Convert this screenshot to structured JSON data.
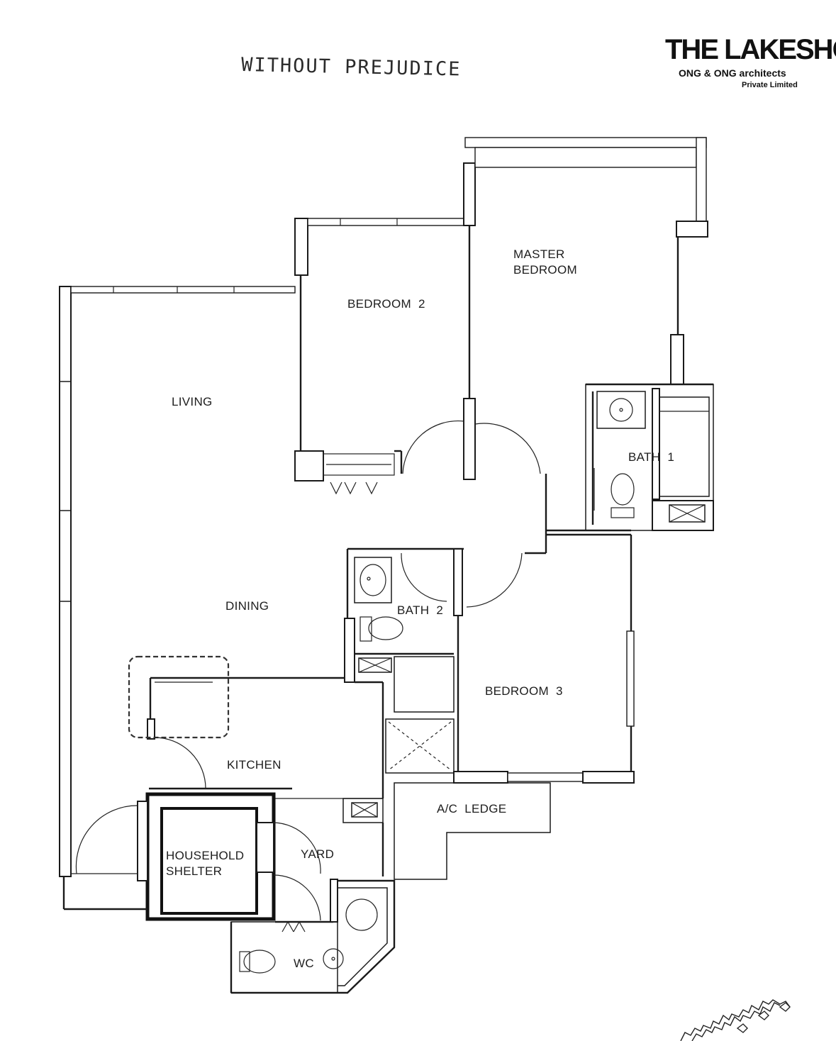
{
  "stamp": "WITHOUT PREJUDICE",
  "branding": {
    "project_name": "THE LAKESHORE",
    "architect_line1": "ONG & ONG architects",
    "architect_line2": "Private Limited"
  },
  "rooms": {
    "living": "LIVING",
    "dining": "DINING",
    "bedroom_2": "BEDROOM  2",
    "master_bedroom_line1": "MASTER",
    "master_bedroom_line2": "BEDROOM",
    "bath_1": "BATH  1",
    "bath_2": "BATH  2",
    "bedroom_3": "BEDROOM  3",
    "kitchen": "KITCHEN",
    "ac_ledge": "A/C  LEDGE",
    "household_shelter_line1": "HOUSEHOLD",
    "household_shelter_line2": "SHELTER",
    "yard": "YARD",
    "wc": "WC"
  }
}
